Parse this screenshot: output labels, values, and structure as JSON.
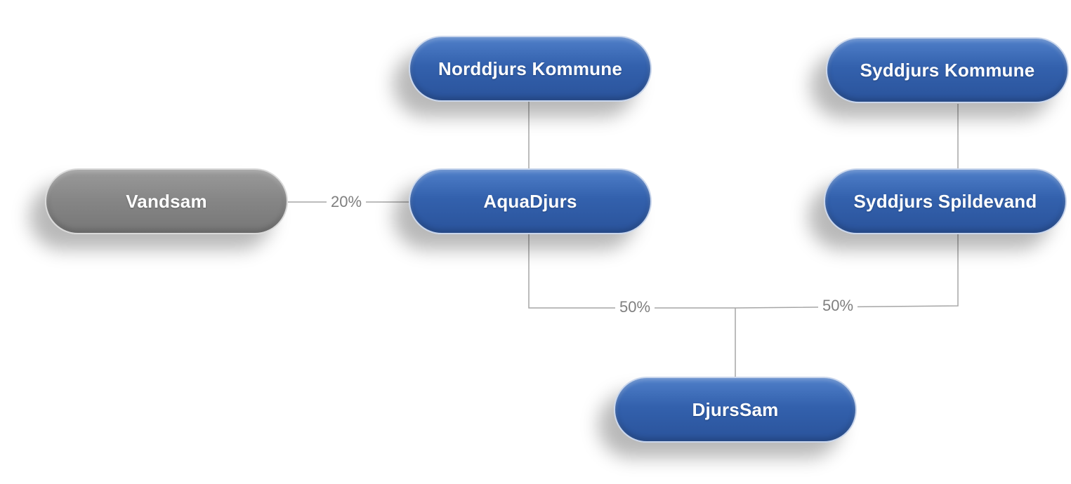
{
  "nodes": {
    "norddjurs": "Norddjurs Kommune",
    "syddjurs": "Syddjurs Kommune",
    "vandsam": "Vandsam",
    "aquadjurs": "AquaDjurs",
    "syddjurs_spildevand": "Syddjurs Spildevand",
    "djurssam": "DjursSam"
  },
  "ownership": {
    "vandsam_aquadjurs": "20%",
    "aquadjurs_djurssam": "50%",
    "spildevand_djurssam": "50%"
  },
  "colors": {
    "node_blue": "#3361ad",
    "node_gray": "#858585",
    "connector": "#a6a6a6",
    "label_text": "#7f7f7f"
  }
}
